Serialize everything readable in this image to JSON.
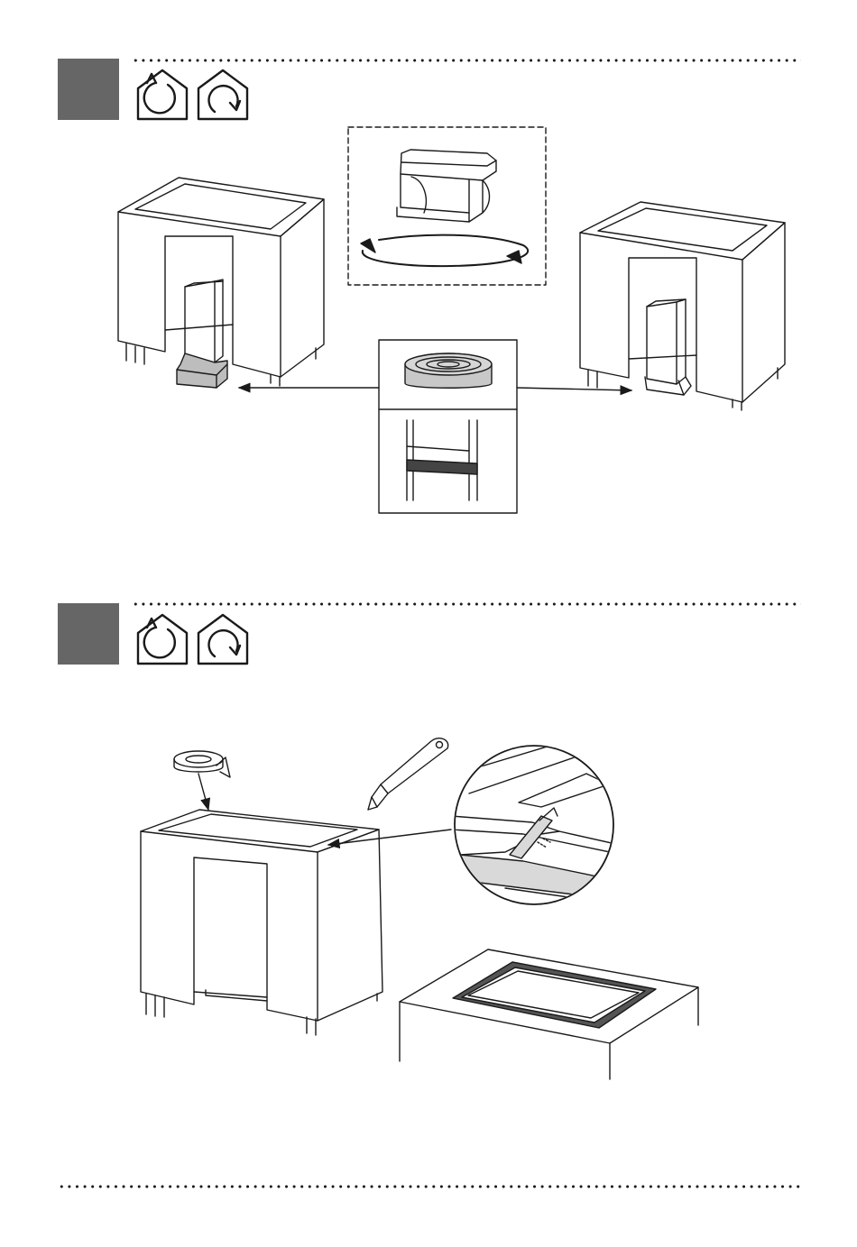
{
  "page": {
    "background": "#ffffff",
    "line_color": "#1a1a1a",
    "step_box_color": "#666666"
  },
  "steps": [
    {
      "number": "",
      "icons": [
        "house-rotate-counterclockwise-icon",
        "house-rotate-clockwise-icon"
      ],
      "figures": [
        "cabinet-with-duct-bend-left",
        "duct-bend-rotate-detail",
        "sealing-tape-roll",
        "taped-duct-joint",
        "cabinet-with-duct-bend-right"
      ]
    },
    {
      "number": "",
      "icons": [
        "house-rotate-counterclockwise-icon",
        "house-rotate-clockwise-icon"
      ],
      "figures": [
        "tape-roll",
        "utility-knife",
        "cabinet-with-cutout",
        "corner-tape-cut-magnifier",
        "worktop-with-taped-cutout"
      ]
    }
  ]
}
